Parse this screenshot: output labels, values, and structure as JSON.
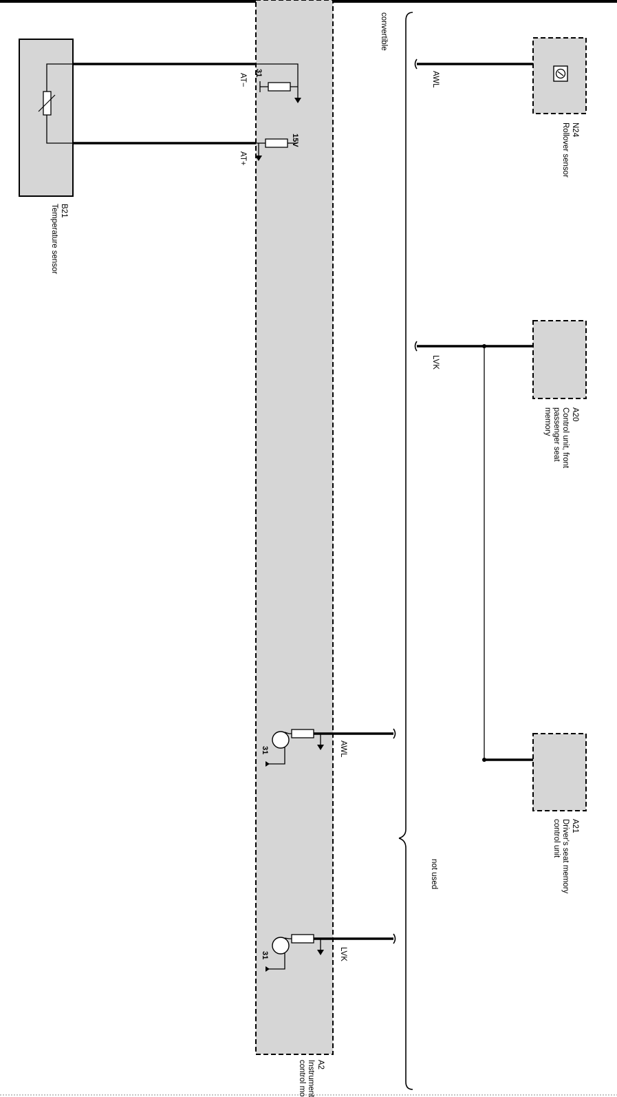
{
  "components": {
    "b21": {
      "ref": "B21",
      "name": "Temperature sensor"
    },
    "n24": {
      "ref": "N24",
      "name": "Rollover sensor"
    },
    "a20": {
      "ref": "A20",
      "name_lines": [
        "Control unit, front",
        "passenger seat",
        "memory"
      ]
    },
    "a21": {
      "ref": "A21",
      "name_lines": [
        "Driver's seat memory",
        "control unit"
      ]
    },
    "a2": {
      "ref": "A2",
      "name_lines": [
        "Instrument cluster",
        "control module"
      ]
    }
  },
  "signals": {
    "at_minus": "AT−",
    "at_plus": "AT+",
    "awl_bus": "AWL",
    "lvk_bus": "LVK",
    "awl_a2": "AWL",
    "lvk_a2": "LVK"
  },
  "pins": {
    "ground_top": "31",
    "supply": "15V",
    "ground_awl": "31",
    "ground_lvk": "31"
  },
  "brace_notes": {
    "convertible": "convertible",
    "not_used": "not used"
  },
  "colors": {
    "module_fill": "#d6d6d6",
    "wire": "#000000"
  }
}
